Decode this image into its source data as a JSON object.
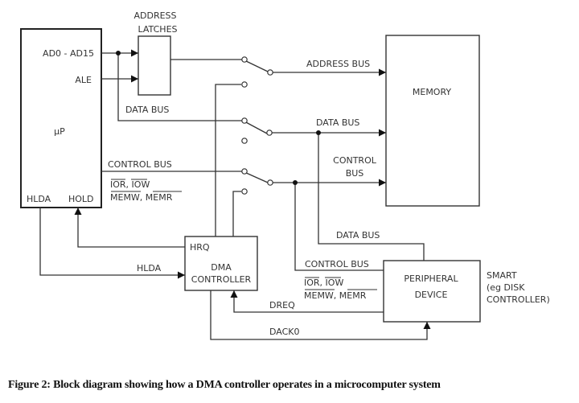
{
  "blocks": {
    "microprocessor": {
      "label": "μP",
      "pins": {
        "ad": "AD0 - AD15",
        "ale": "ALE",
        "hlda": "HLDA",
        "hold": "HOLD"
      }
    },
    "address_latches": {
      "label_line1": "ADDRESS",
      "label_line2": "LATCHES"
    },
    "memory": {
      "label": "MEMORY"
    },
    "dma_controller": {
      "label_line1": "DMA",
      "label_line2": "CONTROLLER",
      "pin_hrq": "HRQ"
    },
    "peripheral": {
      "label_line1": "PERIPHERAL",
      "label_line2": "DEVICE"
    },
    "smart_note": {
      "line1": "SMART",
      "line2": "(eg DISK",
      "line3": "CONTROLLER)"
    }
  },
  "buses": {
    "data_bus_cpu": "DATA BUS",
    "control_bus_cpu": "CONTROL BUS",
    "cpu_ctrl_signals_1": "IOR, IOW",
    "cpu_ctrl_signals_2": "MEMW,  MEMR",
    "address_bus_mem": "ADDRESS BUS",
    "data_bus_mem": "DATA BUS",
    "control_bus_mem_1": "CONTROL",
    "control_bus_mem_2": "BUS",
    "data_bus_periph": "DATA BUS",
    "control_bus_periph": "CONTROL BUS",
    "periph_ctrl_signals_1": "IOR, IOW",
    "periph_ctrl_signals_2": "MEMW,  MEMR"
  },
  "signals": {
    "hlda": "HLDA",
    "dreq": "DREQ",
    "dack": "DACK0"
  },
  "caption": "Figure 2:  Block diagram showing how a DMA controller operates in a microcomputer system"
}
